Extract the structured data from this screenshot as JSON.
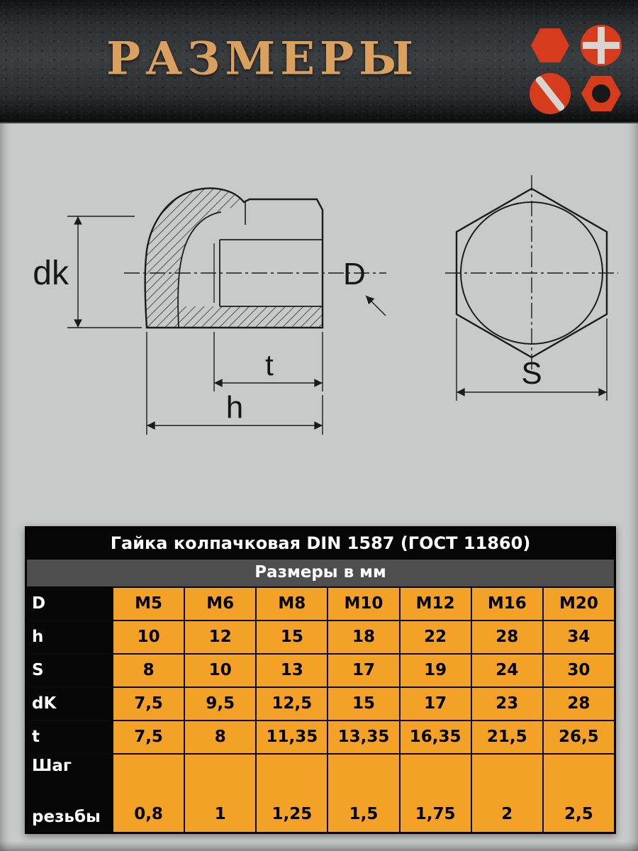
{
  "banner": {
    "title": "РАЗМЕРЫ"
  },
  "colors": {
    "page-bg": "#c8caca",
    "banner-title": "#d9a05f",
    "icon-red": "#d63b1c",
    "table-orange": "#f4a127",
    "table-header-bg": "#060606",
    "table-subheader-bg": "#4e4e4e"
  },
  "icons": [
    {
      "name": "hex-bolt-head-icon"
    },
    {
      "name": "phillips-screw-head-icon"
    },
    {
      "name": "slotted-screw-head-icon"
    },
    {
      "name": "hex-nut-icon"
    }
  ],
  "drawing": {
    "labels": {
      "dk": "dk",
      "D": "D",
      "t": "t",
      "h": "h",
      "S": "S"
    }
  },
  "table": {
    "title": "Гайка колпачковая DIN 1587 (ГОСТ 11860)",
    "subtitle": "Размеры в мм",
    "rows": [
      {
        "key": "D",
        "label": "D",
        "values": [
          "М5",
          "М6",
          "М8",
          "М10",
          "М12",
          "М16",
          "М20"
        ]
      },
      {
        "key": "h",
        "label": "h",
        "values": [
          "10",
          "12",
          "15",
          "18",
          "22",
          "28",
          "34"
        ]
      },
      {
        "key": "S",
        "label": "S",
        "values": [
          "8",
          "10",
          "13",
          "17",
          "19",
          "24",
          "30"
        ]
      },
      {
        "key": "dK",
        "label": "dK",
        "values": [
          "7,5",
          "9,5",
          "12,5",
          "15",
          "17",
          "23",
          "28"
        ]
      },
      {
        "key": "t",
        "label": "t",
        "values": [
          "7,5",
          "8",
          "11,35",
          "13,35",
          "16,35",
          "21,5",
          "26,5"
        ]
      },
      {
        "key": "pitch",
        "label": "Шаг резьбы",
        "label_lines": [
          "Шаг",
          "резьбы"
        ],
        "values": [
          "0,8",
          "1",
          "1,25",
          "1,5",
          "1,75",
          "2",
          "2,5"
        ]
      }
    ]
  }
}
